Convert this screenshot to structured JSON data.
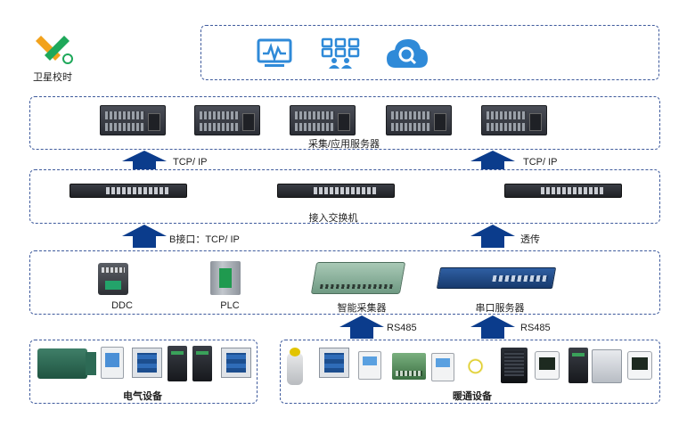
{
  "logo": {
    "text": "卫星校时",
    "icon": "satellite-timing-logo"
  },
  "top_bar": {
    "icons": [
      "monitor-waveform-icon",
      "grid-users-icon",
      "cloud-search-icon"
    ]
  },
  "tiers": {
    "servers": {
      "label": "采集/应用服务器",
      "count": 5
    },
    "switches": {
      "label": "接入交换机",
      "count": 3
    },
    "gateways": {
      "ddc": "DDC",
      "plc": "PLC",
      "collector": "智能采集器",
      "serial_server": "串口服务器"
    },
    "electrical": {
      "label": "电气设备"
    },
    "hvac": {
      "label": "暖通设备"
    }
  },
  "connections": {
    "server_left": "TCP/ IP",
    "server_right": "TCP/ IP",
    "switch_left": "B接口：TCP/ IP",
    "switch_right": "透传",
    "collector_in": "RS485",
    "serial_in": "RS485"
  },
  "colors": {
    "arrow": "#0b3c8c",
    "accent": "#2f8ad8",
    "border": "#3e5a9c"
  }
}
